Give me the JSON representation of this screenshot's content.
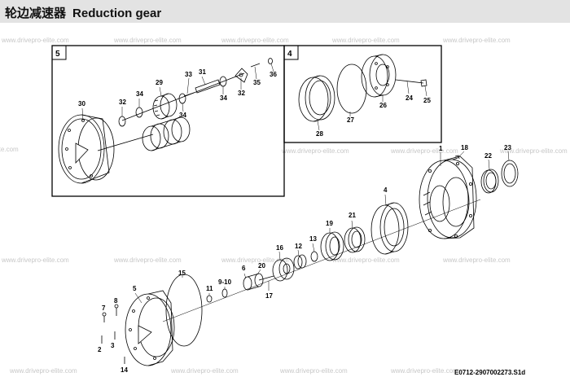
{
  "header": {
    "title_cn": "轮边减速器",
    "title_en": "Reduction gear"
  },
  "watermark": "www.drivepro-elite.com",
  "drawing_code": "E0712-2907002273.S1d",
  "boxes": {
    "box5_label": "5",
    "box4_label": "4"
  },
  "callouts": {
    "c1": "1",
    "c2": "2",
    "c3": "3",
    "c4": "4",
    "c5": "5",
    "c6": "6",
    "c7": "7",
    "c8": "8",
    "c9_10": "9-10",
    "c11": "11",
    "c12": "12",
    "c13": "13",
    "c14": "14",
    "c15": "15",
    "c16": "16",
    "c17": "17",
    "c18": "18",
    "c19": "19",
    "c20": "20",
    "c21": "21",
    "c22": "22",
    "c23": "23",
    "c24": "24",
    "c25": "25",
    "c26": "26",
    "c27": "27",
    "c28": "28",
    "c29": "29",
    "c30": "30",
    "c31": "31",
    "c32a": "32",
    "c32b": "32",
    "c33": "33",
    "c34a": "34",
    "c34b": "34",
    "c34c": "34",
    "c35": "35",
    "c36": "36"
  },
  "colors": {
    "title_bar": "#e3e3e3",
    "line": "#000000",
    "watermark": "#c7c7c7"
  }
}
